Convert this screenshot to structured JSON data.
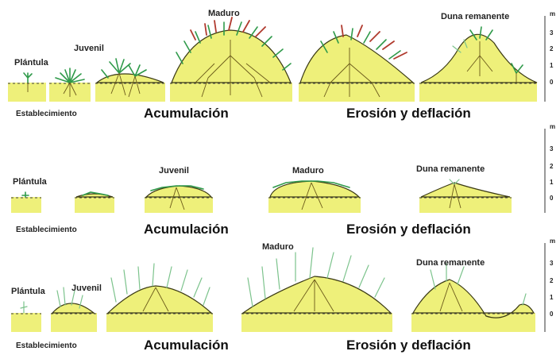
{
  "rows": [
    {
      "stages": [
        "Plántula",
        "Juvenil",
        "Maduro",
        "Duna remanente"
      ],
      "phase_small": "Establecimiento",
      "phase_accum": "Acumulación",
      "phase_erosion": "Erosión y deflación",
      "axis": {
        "unit": "m",
        "ticks": [
          "3",
          "2",
          "1",
          "0"
        ]
      }
    },
    {
      "stages": [
        "Plántula",
        "Juvenil",
        "Maduro",
        "Duna remanente"
      ],
      "phase_small": "Establecimiento",
      "phase_accum": "Acumulación",
      "phase_erosion": "Erosión y deflación",
      "axis": {
        "unit": "m",
        "ticks": [
          "3",
          "2",
          "1",
          "0"
        ]
      }
    },
    {
      "stages": [
        "Plántula",
        "Juvenil",
        "Maduro",
        "Duna remanente"
      ],
      "phase_small": "Establecimiento",
      "phase_accum": "Acumulación",
      "phase_erosion": "Erosión y deflación",
      "axis": {
        "unit": "m",
        "ticks": [
          "3",
          "2",
          "1",
          "0"
        ]
      }
    }
  ],
  "colors": {
    "sand": "#eef07a",
    "foliage": "#2f9a4a",
    "flower": "#b03a2e",
    "roots": "#6b5a1a"
  }
}
